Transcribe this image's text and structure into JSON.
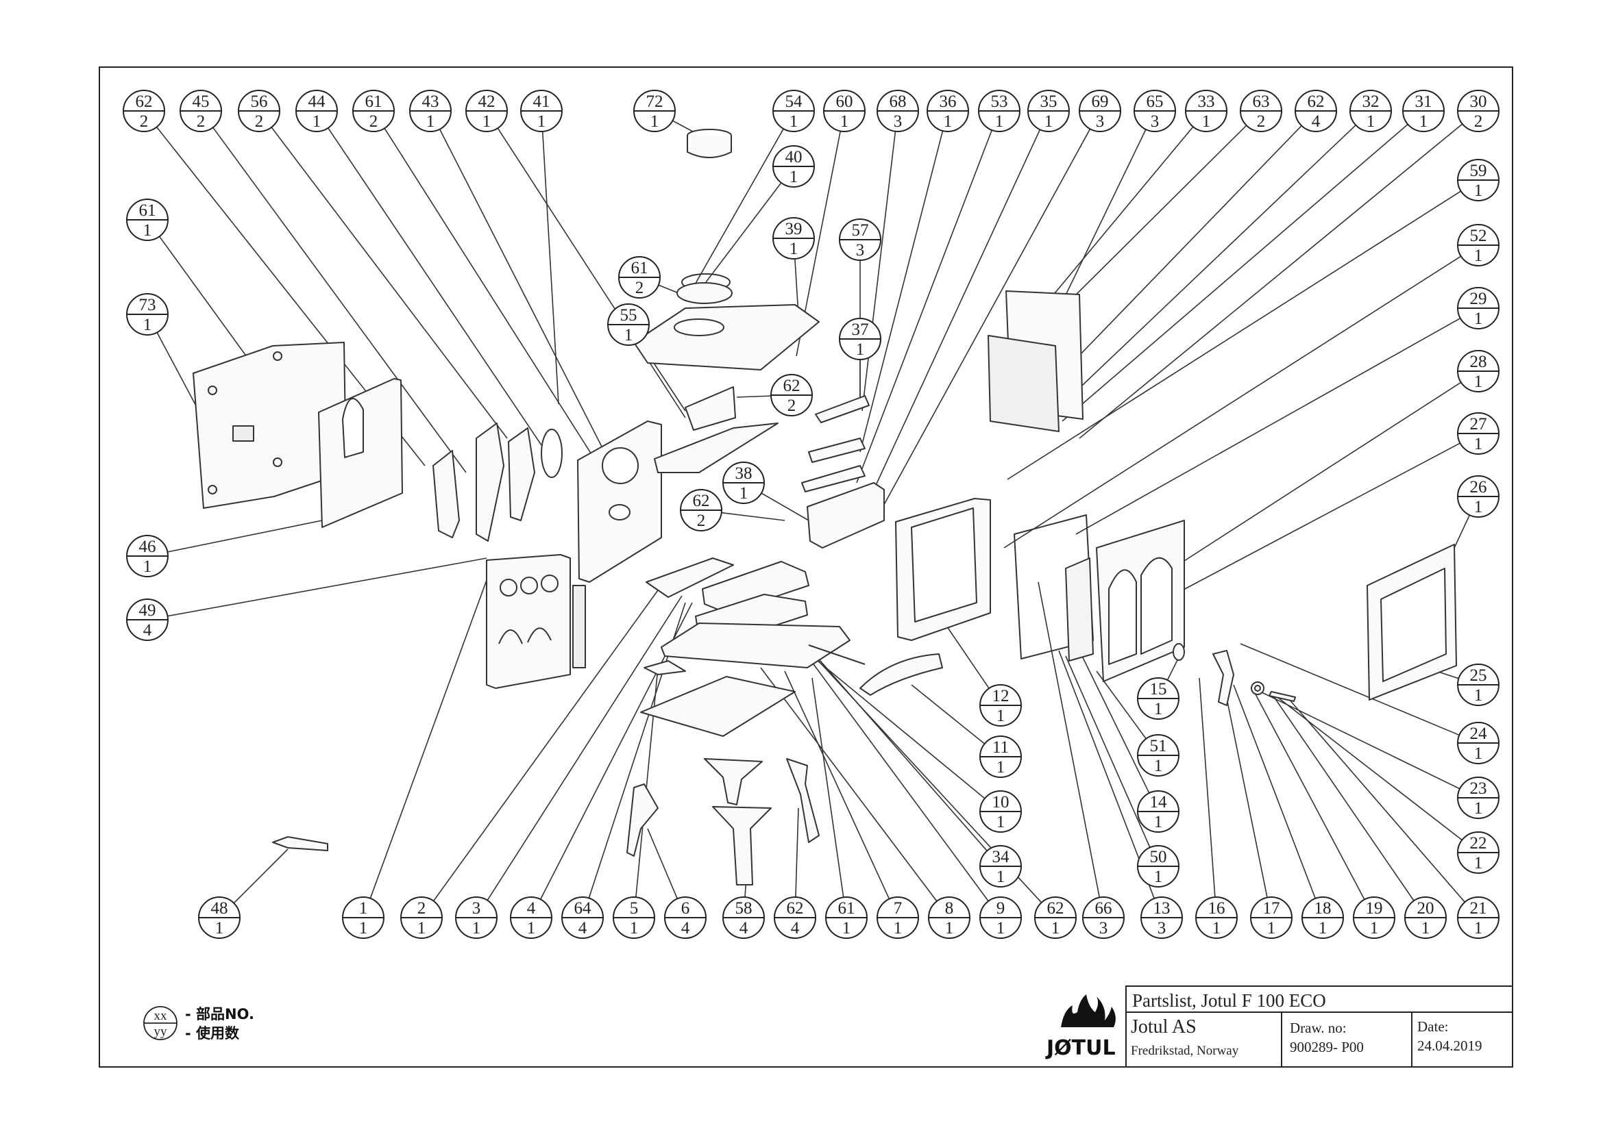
{
  "title_block": {
    "title": "Partslist, Jotul F 100 ECO",
    "company": "Jotul AS",
    "address": "Fredrikstad, Norway",
    "drawing_no_label": "Draw. no:",
    "drawing_no": "900289- P00",
    "date_label": "Date:",
    "date": "24.04.2019",
    "logo_text": "JØTUL"
  },
  "legend": {
    "top_symbol": "xx",
    "bottom_symbol": "yy",
    "top_meaning": "- 部品NO.",
    "bottom_meaning": "- 使用数"
  },
  "balloons": [
    {
      "part": "62",
      "qty": "2"
    },
    {
      "part": "45",
      "qty": "2"
    },
    {
      "part": "56",
      "qty": "2"
    },
    {
      "part": "44",
      "qty": "1"
    },
    {
      "part": "61",
      "qty": "2"
    },
    {
      "part": "43",
      "qty": "1"
    },
    {
      "part": "42",
      "qty": "1"
    },
    {
      "part": "41",
      "qty": "1"
    },
    {
      "part": "72",
      "qty": "1"
    },
    {
      "part": "54",
      "qty": "1"
    },
    {
      "part": "60",
      "qty": "1"
    },
    {
      "part": "68",
      "qty": "3"
    },
    {
      "part": "36",
      "qty": "1"
    },
    {
      "part": "53",
      "qty": "1"
    },
    {
      "part": "35",
      "qty": "1"
    },
    {
      "part": "69",
      "qty": "3"
    },
    {
      "part": "65",
      "qty": "3"
    },
    {
      "part": "33",
      "qty": "1"
    },
    {
      "part": "63",
      "qty": "2"
    },
    {
      "part": "62",
      "qty": "4"
    },
    {
      "part": "32",
      "qty": "1"
    },
    {
      "part": "31",
      "qty": "1"
    },
    {
      "part": "30",
      "qty": "2"
    },
    {
      "part": "40",
      "qty": "1"
    },
    {
      "part": "39",
      "qty": "1"
    },
    {
      "part": "61",
      "qty": "2"
    },
    {
      "part": "55",
      "qty": "1"
    },
    {
      "part": "57",
      "qty": "3"
    },
    {
      "part": "37",
      "qty": "1"
    },
    {
      "part": "62",
      "qty": "2"
    },
    {
      "part": "61",
      "qty": "1"
    },
    {
      "part": "73",
      "qty": "1"
    },
    {
      "part": "59",
      "qty": "1"
    },
    {
      "part": "52",
      "qty": "1"
    },
    {
      "part": "29",
      "qty": "1"
    },
    {
      "part": "28",
      "qty": "1"
    },
    {
      "part": "27",
      "qty": "1"
    },
    {
      "part": "26",
      "qty": "1"
    },
    {
      "part": "38",
      "qty": "1"
    },
    {
      "part": "62",
      "qty": "2"
    },
    {
      "part": "46",
      "qty": "1"
    },
    {
      "part": "49",
      "qty": "4"
    },
    {
      "part": "12",
      "qty": "1"
    },
    {
      "part": "15",
      "qty": "1"
    },
    {
      "part": "25",
      "qty": "1"
    },
    {
      "part": "11",
      "qty": "1"
    },
    {
      "part": "51",
      "qty": "1"
    },
    {
      "part": "24",
      "qty": "1"
    },
    {
      "part": "10",
      "qty": "1"
    },
    {
      "part": "14",
      "qty": "1"
    },
    {
      "part": "23",
      "qty": "1"
    },
    {
      "part": "34",
      "qty": "1"
    },
    {
      "part": "50",
      "qty": "1"
    },
    {
      "part": "22",
      "qty": "1"
    },
    {
      "part": "48",
      "qty": "1"
    },
    {
      "part": "1",
      "qty": "1"
    },
    {
      "part": "2",
      "qty": "1"
    },
    {
      "part": "3",
      "qty": "1"
    },
    {
      "part": "4",
      "qty": "1"
    },
    {
      "part": "64",
      "qty": "4"
    },
    {
      "part": "5",
      "qty": "1"
    },
    {
      "part": "6",
      "qty": "4"
    },
    {
      "part": "58",
      "qty": "4"
    },
    {
      "part": "62",
      "qty": "4"
    },
    {
      "part": "61",
      "qty": "1"
    },
    {
      "part": "7",
      "qty": "1"
    },
    {
      "part": "8",
      "qty": "1"
    },
    {
      "part": "9",
      "qty": "1"
    },
    {
      "part": "62",
      "qty": "1"
    },
    {
      "part": "66",
      "qty": "3"
    },
    {
      "part": "13",
      "qty": "3"
    },
    {
      "part": "16",
      "qty": "1"
    },
    {
      "part": "17",
      "qty": "1"
    },
    {
      "part": "18",
      "qty": "1"
    },
    {
      "part": "19",
      "qty": "1"
    },
    {
      "part": "20",
      "qty": "1"
    },
    {
      "part": "21",
      "qty": "1"
    }
  ],
  "colors": {
    "line": "#222222",
    "background": "#ffffff",
    "drawing": "#333333"
  }
}
